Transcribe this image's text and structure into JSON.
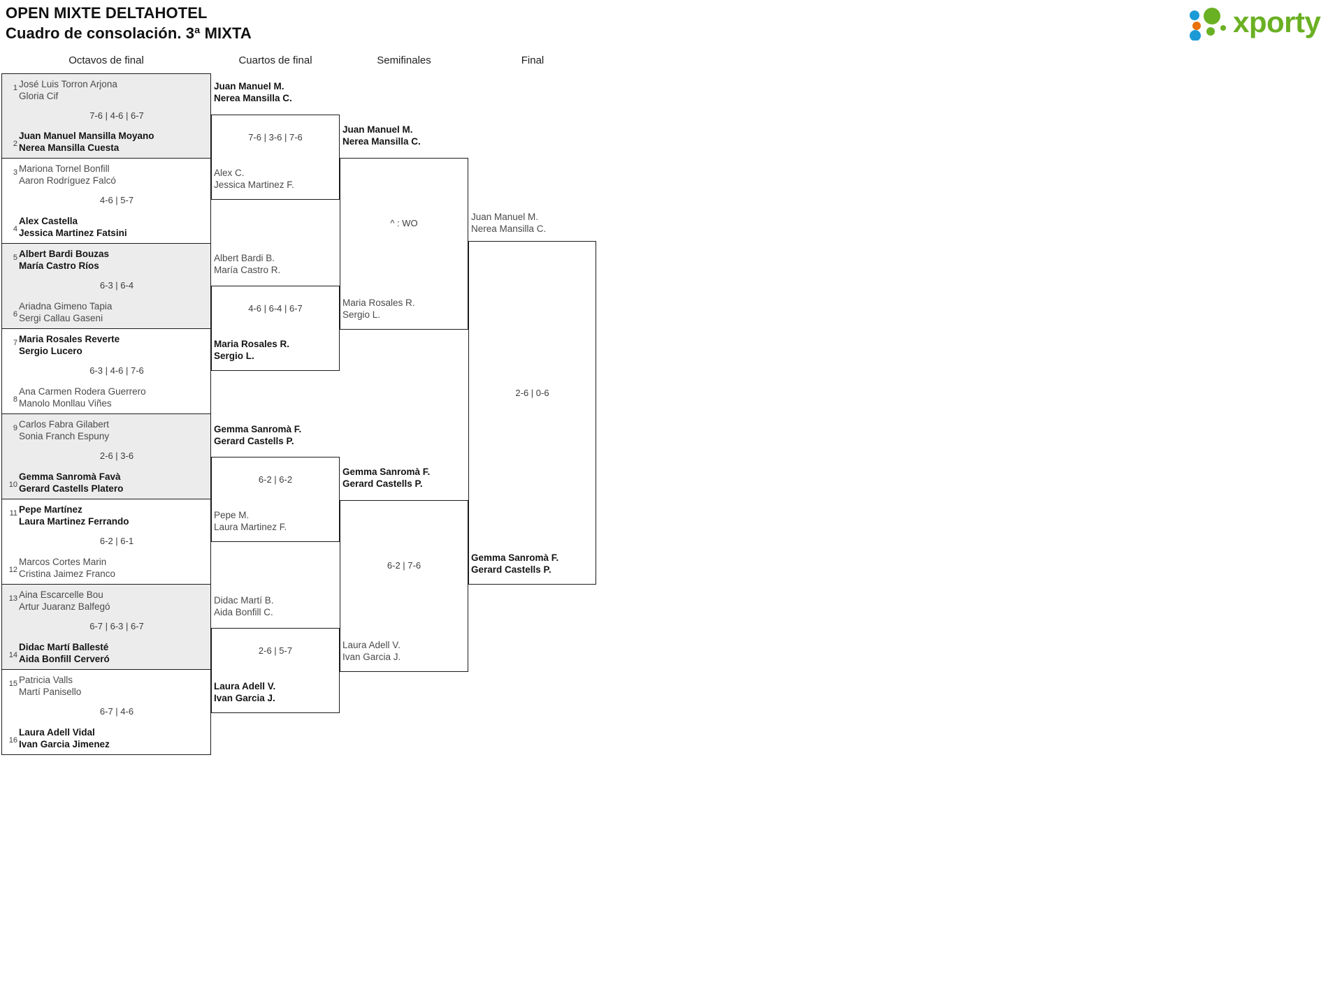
{
  "header": {
    "tournament": "OPEN MIXTE DELTAHOTEL",
    "subtitle": "Cuadro de consolación. 3ª MIXTA",
    "logo_text": "xporty",
    "logo_colors": {
      "blue": "#1c9ad6",
      "orange": "#e8710a",
      "green": "#6ab023"
    }
  },
  "rounds": [
    {
      "label": "Octavos de final"
    },
    {
      "label": "Cuartos de final"
    },
    {
      "label": "Semifinales"
    },
    {
      "label": "Final"
    }
  ],
  "round1": {
    "matches": [
      {
        "score": "7-6 | 4-6 | 6-7",
        "top": {
          "seed": "1",
          "p1": "José Luis Torron Arjona",
          "p2": "Gloria Cif",
          "winner": false
        },
        "bottom": {
          "seed": "2",
          "p1": "Juan Manuel Mansilla Moyano",
          "p2": "Nerea Mansilla Cuesta",
          "winner": true
        }
      },
      {
        "score": "4-6 | 5-7",
        "top": {
          "seed": "3",
          "p1": "Mariona Tornel Bonfill",
          "p2": "Aaron Rodríguez Falcó",
          "winner": false
        },
        "bottom": {
          "seed": "4",
          "p1": "Alex Castella",
          "p2": "Jessica Martinez Fatsini",
          "winner": true
        }
      },
      {
        "score": "6-3 | 6-4",
        "top": {
          "seed": "5",
          "p1": "Albert Bardi Bouzas",
          "p2": "María Castro Ríos",
          "winner": true
        },
        "bottom": {
          "seed": "6",
          "p1": "Ariadna Gimeno Tapia",
          "p2": "Sergi Callau Gaseni",
          "winner": false
        }
      },
      {
        "score": "6-3 | 4-6 | 7-6",
        "top": {
          "seed": "7",
          "p1": "Maria Rosales Reverte",
          "p2": "Sergio Lucero",
          "winner": true
        },
        "bottom": {
          "seed": "8",
          "p1": "Ana Carmen Rodera Guerrero",
          "p2": "Manolo Monllau Viñes",
          "winner": false
        }
      },
      {
        "score": "2-6 | 3-6",
        "top": {
          "seed": "9",
          "p1": "Carlos Fabra Gilabert",
          "p2": "Sonia Franch Espuny",
          "winner": false
        },
        "bottom": {
          "seed": "10",
          "p1": "Gemma Sanromà Favà",
          "p2": "Gerard Castells Platero",
          "winner": true
        }
      },
      {
        "score": "6-2 | 6-1",
        "top": {
          "seed": "11",
          "p1": "Pepe Martínez",
          "p2": "Laura Martinez Ferrando",
          "winner": true
        },
        "bottom": {
          "seed": "12",
          "p1": "Marcos Cortes Marin",
          "p2": "Cristina Jaimez Franco",
          "winner": false
        }
      },
      {
        "score": "6-7 | 6-3 | 6-7",
        "top": {
          "seed": "13",
          "p1": "Aina Escarcelle Bou",
          "p2": "Artur Juaranz Balfegó",
          "winner": false
        },
        "bottom": {
          "seed": "14",
          "p1": "Didac Martí Ballesté",
          "p2": "Aida Bonfill Cerveró",
          "winner": true
        }
      },
      {
        "score": "6-7 | 4-6",
        "top": {
          "seed": "15",
          "p1": "Patricia Valls",
          "p2": "Martí Panisello",
          "winner": false
        },
        "bottom": {
          "seed": "16",
          "p1": "Laura Adell Vidal",
          "p2": "Ivan Garcia Jimenez",
          "winner": true
        }
      }
    ]
  },
  "round2": {
    "matches": [
      {
        "score": "7-6 | 3-6 | 7-6",
        "top": {
          "p1": "Juan Manuel M.",
          "p2": "Nerea Mansilla C.",
          "winner": true
        },
        "bottom": {
          "p1": "Alex C.",
          "p2": "Jessica Martinez F.",
          "winner": false
        }
      },
      {
        "score": "4-6 | 6-4 | 6-7",
        "top": {
          "p1": "Albert Bardi B.",
          "p2": "María Castro R.",
          "winner": false
        },
        "bottom": {
          "p1": "Maria Rosales R.",
          "p2": "Sergio L.",
          "winner": true
        }
      },
      {
        "score": "6-2 | 6-2",
        "top": {
          "p1": "Gemma Sanromà F.",
          "p2": "Gerard Castells P.",
          "winner": true
        },
        "bottom": {
          "p1": "Pepe M.",
          "p2": "Laura Martinez F.",
          "winner": false
        }
      },
      {
        "score": "2-6 | 5-7",
        "top": {
          "p1": "Didac Martí B.",
          "p2": "Aida Bonfill C.",
          "winner": false
        },
        "bottom": {
          "p1": "Laura Adell V.",
          "p2": "Ivan Garcia J.",
          "winner": true
        }
      }
    ]
  },
  "round3": {
    "matches": [
      {
        "score": "^ : WO",
        "top": {
          "p1": "Juan Manuel M.",
          "p2": "Nerea Mansilla C.",
          "winner": true
        },
        "bottom": {
          "p1": "Maria Rosales R.",
          "p2": "Sergio L.",
          "winner": false
        }
      },
      {
        "score": "6-2 | 7-6",
        "top": {
          "p1": "Gemma Sanromà F.",
          "p2": "Gerard Castells P.",
          "winner": true
        },
        "bottom": {
          "p1": "Laura Adell V.",
          "p2": "Ivan Garcia J.",
          "winner": false
        }
      }
    ]
  },
  "round4": {
    "matches": [
      {
        "score": "2-6 | 0-6",
        "top": {
          "p1": "Juan Manuel M.",
          "p2": "Nerea Mansilla C.",
          "winner": false
        },
        "bottom": {
          "p1": "Gemma Sanromà F.",
          "p2": "Gerard Castells P.",
          "winner": true
        }
      }
    ]
  }
}
